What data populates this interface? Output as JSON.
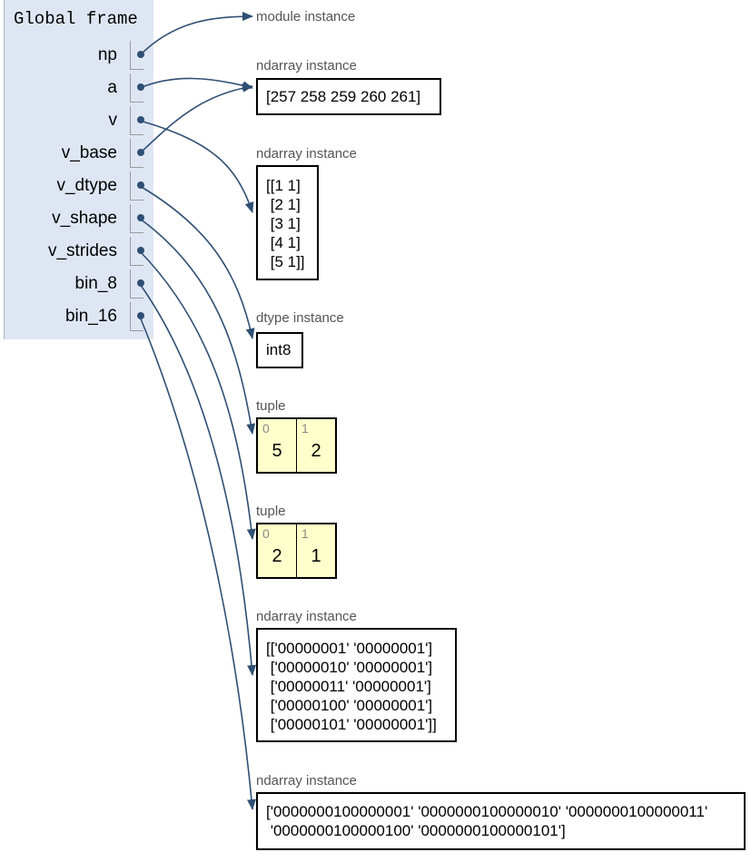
{
  "frame": {
    "title": "Global frame",
    "variables": [
      {
        "name": "np",
        "target": "module"
      },
      {
        "name": "a",
        "target": "a_arr"
      },
      {
        "name": "v",
        "target": "v_arr"
      },
      {
        "name": "v_base",
        "target": "a_arr"
      },
      {
        "name": "v_dtype",
        "target": "dtype"
      },
      {
        "name": "v_shape",
        "target": "shape"
      },
      {
        "name": "v_strides",
        "target": "strides"
      },
      {
        "name": "bin_8",
        "target": "bin8"
      },
      {
        "name": "bin_16",
        "target": "bin16"
      }
    ]
  },
  "objects": {
    "module": {
      "label": "module instance"
    },
    "a_arr": {
      "label": "ndarray instance",
      "value": "[257 258 259 260 261]"
    },
    "v_arr": {
      "label": "ndarray instance",
      "lines": [
        "[[1 1]",
        " [2 1]",
        " [3 1]",
        " [4 1]",
        " [5 1]]"
      ]
    },
    "dtype": {
      "label": "dtype instance",
      "value": "int8"
    },
    "shape": {
      "label": "tuple",
      "items": [
        {
          "index": "0",
          "value": "5"
        },
        {
          "index": "1",
          "value": "2"
        }
      ]
    },
    "strides": {
      "label": "tuple",
      "items": [
        {
          "index": "0",
          "value": "2"
        },
        {
          "index": "1",
          "value": "1"
        }
      ]
    },
    "bin8": {
      "label": "ndarray instance",
      "lines": [
        "[['00000001' '00000001']",
        " ['00000010' '00000001']",
        " ['00000011' '00000001']",
        " ['00000100' '00000001']",
        " ['00000101' '00000001']]"
      ]
    },
    "bin16": {
      "label": "ndarray instance",
      "lines": [
        "['0000000100000001' '0000000100000010' '0000000100000011'",
        " '0000000100000100' '0000000100000101']"
      ]
    }
  },
  "colors": {
    "frame_bg": "#dfe6f3",
    "pointer": "#2f4f73",
    "tuple_bg": "#ffffcb",
    "label": "#555555"
  }
}
